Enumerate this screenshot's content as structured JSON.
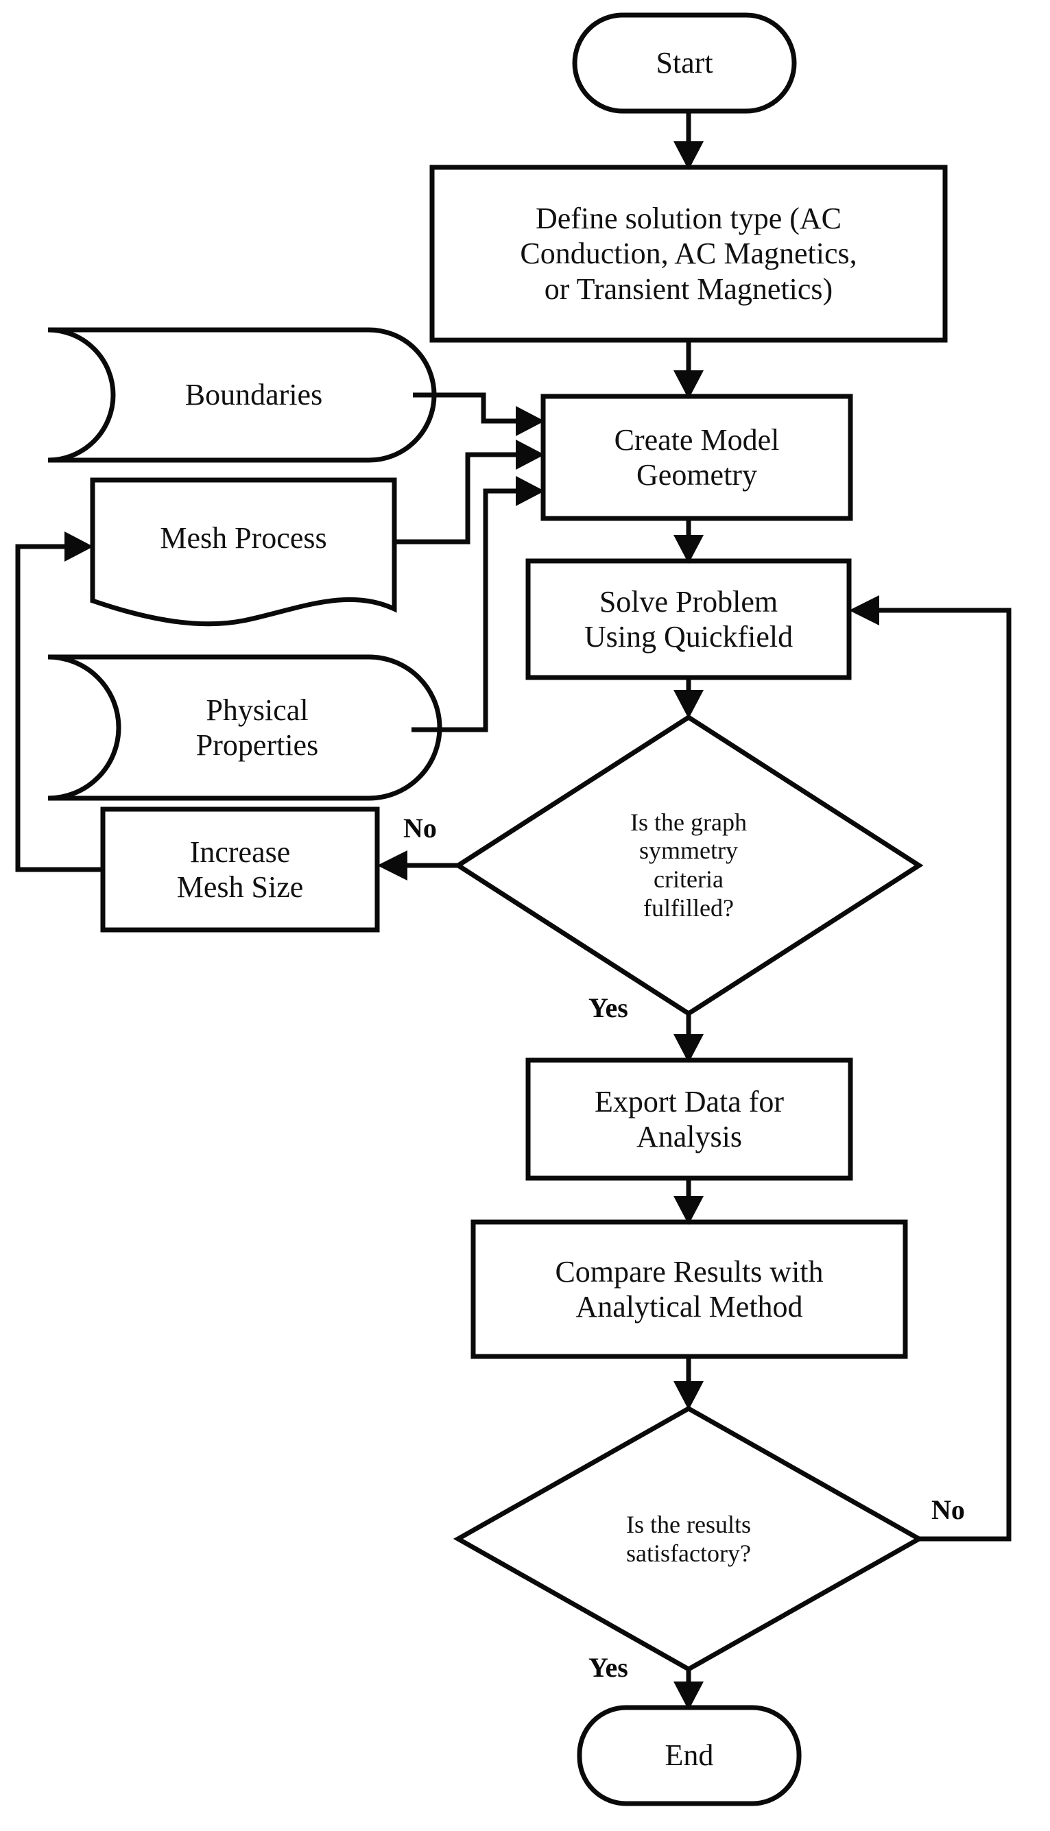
{
  "diagram": {
    "title": "Quickfield simulation workflow flowchart",
    "stroke_color": "#0a0a0a",
    "fill_color": "#ffffff",
    "nodes": [
      {
        "id": "start",
        "shape": "terminator",
        "label": "Start"
      },
      {
        "id": "define_solution",
        "shape": "process",
        "label": "Define solution type (AC\nConduction, AC Magnetics,\nor Transient Magnetics)"
      },
      {
        "id": "boundaries",
        "shape": "stored-data",
        "label": "Boundaries"
      },
      {
        "id": "mesh_process",
        "shape": "document",
        "label": "Mesh Process"
      },
      {
        "id": "physical_props",
        "shape": "stored-data",
        "label": "Physical\nProperties"
      },
      {
        "id": "create_geometry",
        "shape": "process",
        "label": "Create Model\nGeometry"
      },
      {
        "id": "solve_problem",
        "shape": "process",
        "label": "Solve Problem\nUsing Quickfield"
      },
      {
        "id": "symmetry_check",
        "shape": "decision",
        "label": "Is the graph\nsymmetry\ncriteria\nfulfilled?"
      },
      {
        "id": "increase_mesh",
        "shape": "process",
        "label": "Increase\nMesh Size"
      },
      {
        "id": "export_data",
        "shape": "process",
        "label": "Export Data for\nAnalysis"
      },
      {
        "id": "compare_results",
        "shape": "process",
        "label": "Compare Results with\nAnalytical Method"
      },
      {
        "id": "results_check",
        "shape": "decision",
        "label": "Is the results\nsatisfactory?"
      },
      {
        "id": "end",
        "shape": "terminator",
        "label": "End"
      }
    ],
    "edge_labels": {
      "symmetry_no": "No",
      "symmetry_yes": "Yes",
      "results_no": "No",
      "results_yes": "Yes"
    }
  }
}
